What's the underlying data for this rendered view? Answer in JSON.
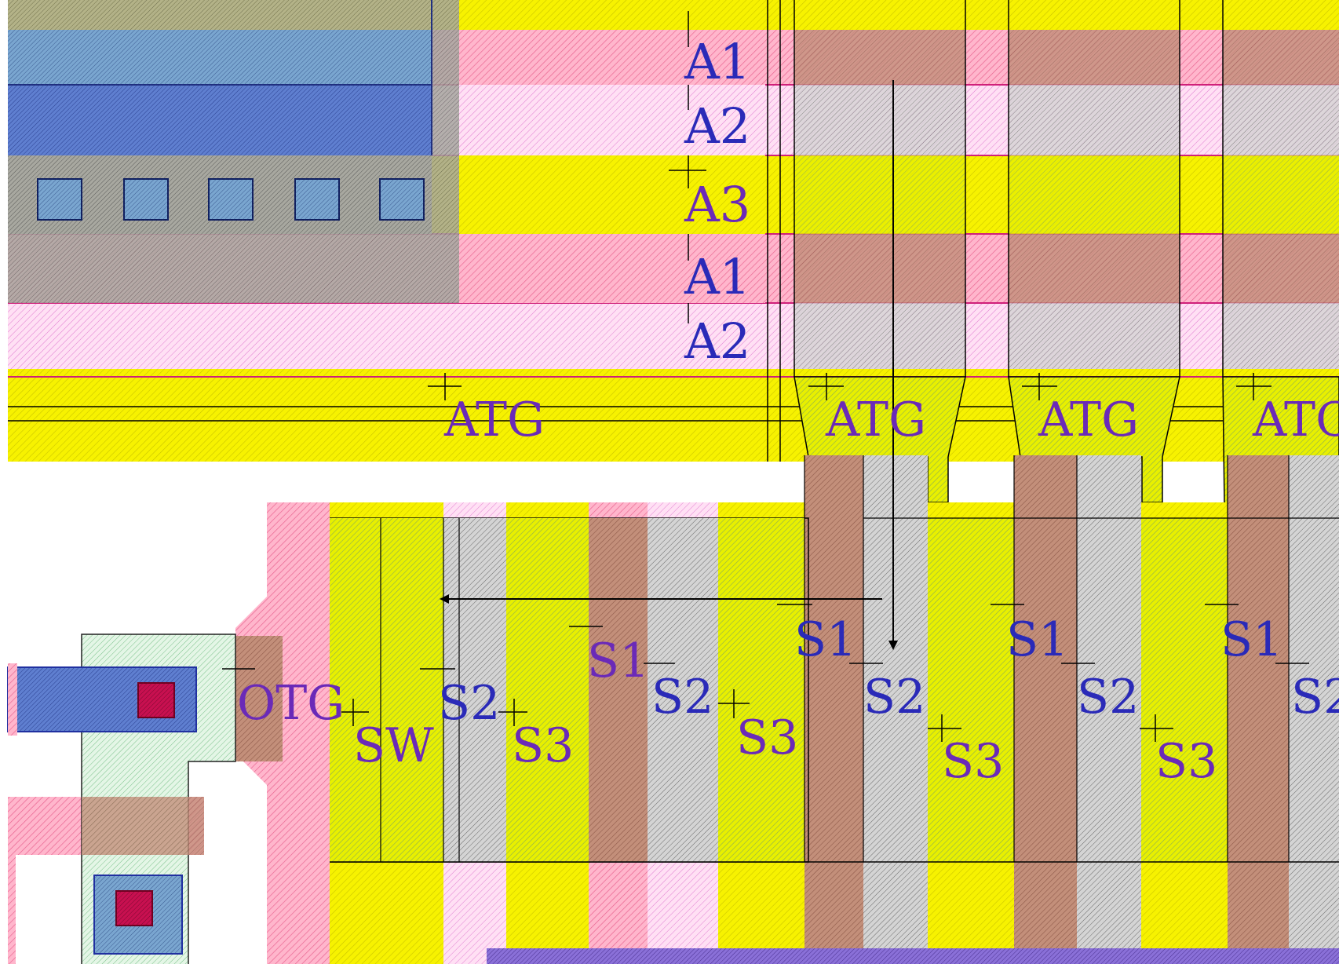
{
  "colors": {
    "poly_yellow": "#f5f000",
    "implant_pink": "#ff8ab0",
    "diffusion_brown": "#b98a72",
    "metal_blue": "#5577cc",
    "contact_red": "#c8104a",
    "gray_region": "#9a9a9a",
    "green_region": "#cfeed8",
    "text_purple": "#6a2ab8",
    "text_blue": "#2828b8"
  },
  "labels": {
    "a1_top": "A1",
    "a2_top": "A2",
    "a3": "A3",
    "a1_bottom": "A1",
    "a2_bottom": "A2",
    "atg_1": "ATG",
    "atg_2": "ATG",
    "atg_3": "ATG",
    "atg_4": "ATC",
    "otg": "OTG",
    "sw": "SW",
    "s2_col1": "S2",
    "s3_col1": "S3",
    "s1_col2": "S1",
    "s2_col2": "S2",
    "s3_col2": "S3",
    "s1_col3": "S1",
    "s2_col3": "S2",
    "s3_col3": "S3",
    "s1_col4": "S1",
    "s2_col4": "S2",
    "s3_col4": "S3",
    "s1_col5": "S1",
    "s2_col5": "S2"
  }
}
